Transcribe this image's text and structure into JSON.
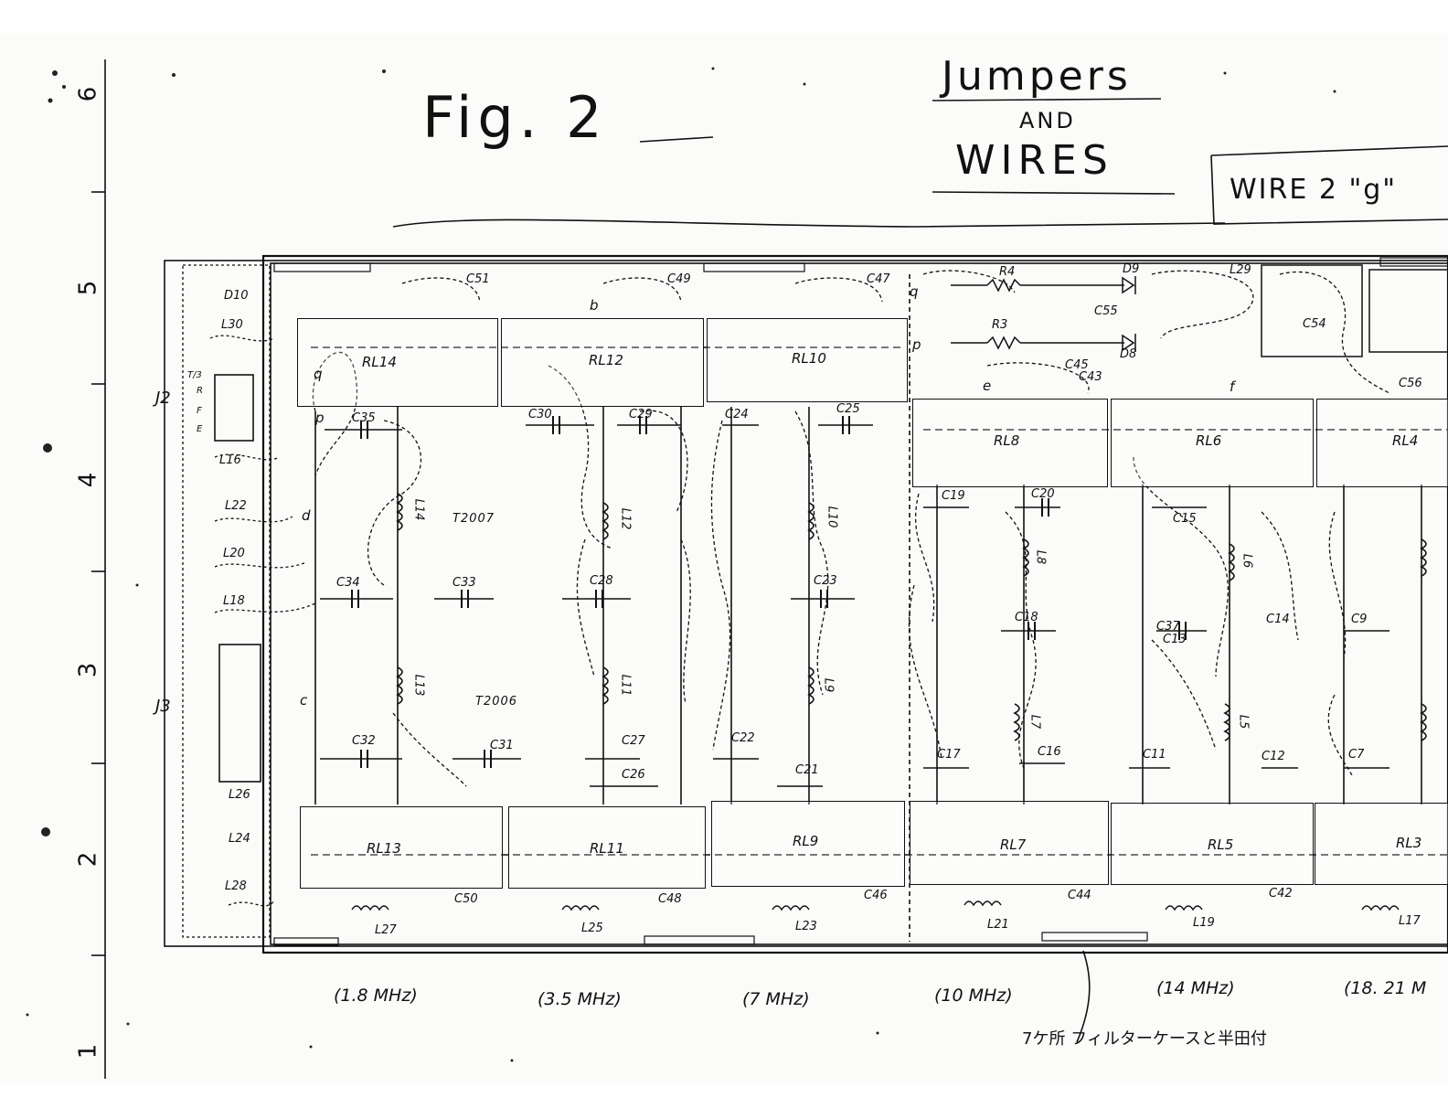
{
  "title": {
    "fig": "Fig. 2",
    "line1": "Jumpers",
    "line2": "AND",
    "line3": "WIRES"
  },
  "note": "WIRE 2 \"g\"",
  "ruler": [
    "6",
    "5",
    "4",
    "3",
    "2",
    "1"
  ],
  "connectors": {
    "j2": "J2",
    "j3": "J3",
    "j2_pins": [
      "T/3",
      "R",
      "F",
      "E"
    ]
  },
  "relays": {
    "top": [
      "RL14",
      "RL12",
      "RL10",
      "RL8",
      "RL6",
      "RL4"
    ],
    "bottom": [
      "RL13",
      "RL11",
      "RL9",
      "RL7",
      "RL5",
      "RL3"
    ]
  },
  "inductors": [
    "L14",
    "L12",
    "L10",
    "L8",
    "L6",
    "L13",
    "L11",
    "L9",
    "L7",
    "L5",
    "L30",
    "L16",
    "L22",
    "L20",
    "L18",
    "L26",
    "L24",
    "L28",
    "L27",
    "L25",
    "L23",
    "L21",
    "L19",
    "L17"
  ],
  "capacitors": [
    "C51",
    "C49",
    "C47",
    "C35",
    "C30",
    "C29",
    "C24",
    "C25",
    "C34",
    "C33",
    "C28",
    "C23",
    "C32",
    "C31",
    "C27",
    "C26",
    "C22",
    "C21",
    "C19",
    "C20",
    "C18",
    "C17",
    "C16",
    "C15",
    "C37",
    "C13",
    "C14",
    "C11",
    "C12",
    "C9",
    "C7",
    "C45",
    "C43",
    "C56",
    "C55",
    "C54",
    "C50",
    "C48",
    "C46",
    "C44",
    "C42"
  ],
  "misc": {
    "d10": "D10",
    "d9": "D9",
    "d8": "D8",
    "r4": "R4",
    "r3": "R3",
    "l29": "L29",
    "p1": "p",
    "p2": "p",
    "q1": "q",
    "q2": "q",
    "d": "d",
    "b": "b",
    "c": "c",
    "e": "e",
    "f": "f"
  },
  "bands": [
    "(1.8 MHz)",
    "(3.5 MHz)",
    "(7 MHz)",
    "(10 MHz)",
    "(14 MHz)",
    "(18. 21 M"
  ],
  "footnote": "7ケ所 フィルターケースと半田付",
  "stamps": [
    "T2007",
    "T2006"
  ]
}
